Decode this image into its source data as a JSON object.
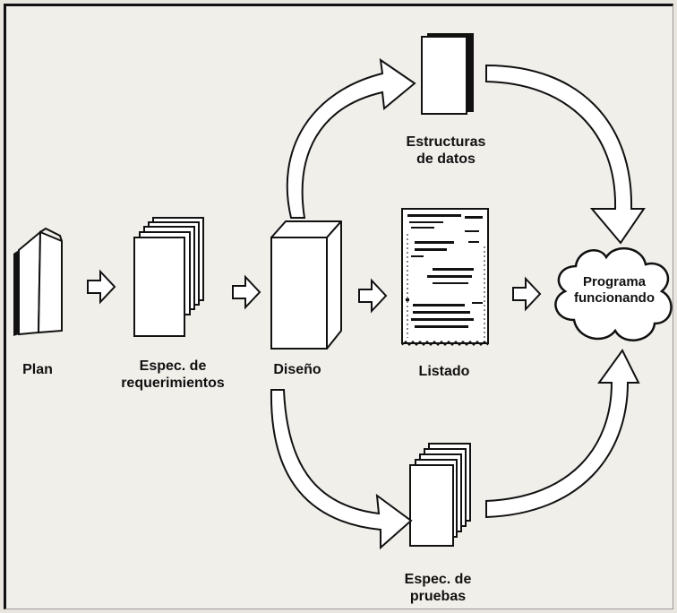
{
  "nodes": {
    "plan": "Plan",
    "espec_requerimientos": [
      "Espec. de",
      "requerimientos"
    ],
    "diseno": "Diseño",
    "estructuras_datos": [
      "Estructuras",
      "de datos"
    ],
    "listado": "Listado",
    "espec_pruebas": [
      "Espec. de",
      "pruebas"
    ],
    "programa_funcionando": [
      "Programa",
      "funcionando"
    ]
  }
}
